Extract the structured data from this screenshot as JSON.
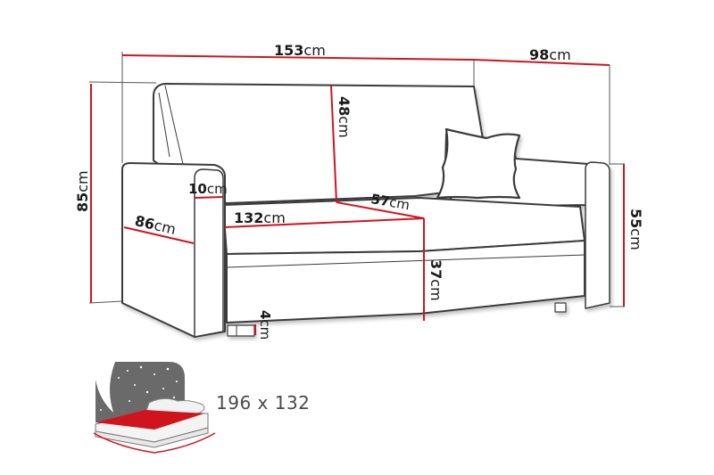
{
  "diagram": {
    "subject": "Sofa bed dimension drawing",
    "accent_color": "#d0141e",
    "line_color": "#3a3a3a",
    "dimensions": {
      "width_total": {
        "value": "153",
        "unit": "cm"
      },
      "depth_total": {
        "value": "98",
        "unit": "cm"
      },
      "height_total": {
        "value": "85",
        "unit": "cm"
      },
      "backrest_height": {
        "value": "48",
        "unit": "cm"
      },
      "armrest_width": {
        "value": "10",
        "unit": "cm"
      },
      "armrest_depth": {
        "value": "86",
        "unit": "cm"
      },
      "seat_width": {
        "value": "132",
        "unit": "cm"
      },
      "seat_depth": {
        "value": "57",
        "unit": "cm"
      },
      "armrest_height": {
        "value": "55",
        "unit": "cm"
      },
      "seat_height": {
        "value": "37",
        "unit": "cm"
      },
      "leg_height": {
        "value": "4",
        "unit": "cm"
      }
    },
    "sleeping_area": {
      "icon": "bed-night-icon",
      "label": "196 x 132"
    }
  }
}
